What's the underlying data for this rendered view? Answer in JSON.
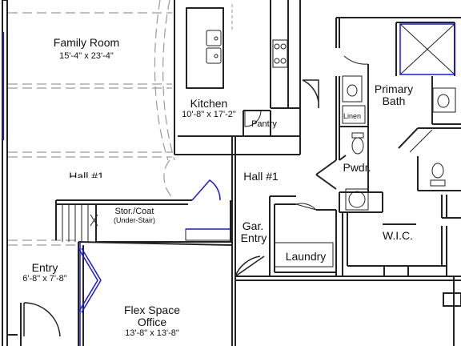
{
  "rooms": {
    "family_room": {
      "name": "Family Room",
      "dims": "15'-4\" x 23'-4\""
    },
    "kitchen": {
      "name": "Kitchen",
      "dims": "10'-8\" x 17'-2\""
    },
    "pantry": {
      "name": "Pantry"
    },
    "primary_bath": {
      "line1": "Primary",
      "line2": "Bath"
    },
    "linen": {
      "name": "Linen"
    },
    "powder": {
      "name": "Pwdr."
    },
    "hall_1": {
      "name": "Hall #1"
    },
    "hall_partial": {
      "name": "Hall #1"
    },
    "stor_coat": {
      "name": "Stor./Coat",
      "note": "(Under-Stair)"
    },
    "garage_entry": {
      "line1": "Gar.",
      "line2": "Entry"
    },
    "laundry": {
      "name": "Laundry"
    },
    "wic": {
      "name": "W.I.C."
    },
    "entry": {
      "name": "Entry",
      "dims": "6'-8\" x 7'-8\""
    },
    "flex": {
      "line1": "Flex Space",
      "line2": "Office",
      "dims": "13'-8\" x 13'-8\""
    }
  },
  "colors": {
    "wall": "#222222",
    "accent_blue": "#1a1ad6",
    "dash": "#9a9a9a"
  }
}
